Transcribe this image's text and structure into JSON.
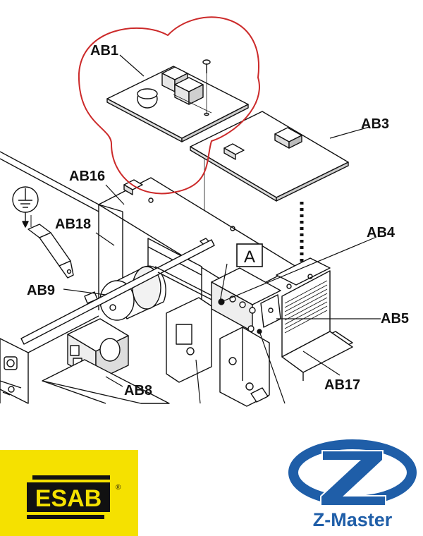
{
  "diagram": {
    "labels": {
      "ab1": "AB1",
      "ab3": "AB3",
      "ab16": "AB16",
      "ab18": "AB18",
      "ab4": "AB4",
      "a": "A",
      "ab9": "AB9",
      "ab5": "AB5",
      "ab17": "AB17",
      "ab8": "AB8"
    },
    "highlight_color": "#cc2a2a"
  },
  "esab_logo": {
    "text": "ESAB",
    "registered": "®",
    "background": "#f5e100"
  },
  "zmaster_logo": {
    "text": "Z-Master",
    "color": "#1f5ea8"
  }
}
